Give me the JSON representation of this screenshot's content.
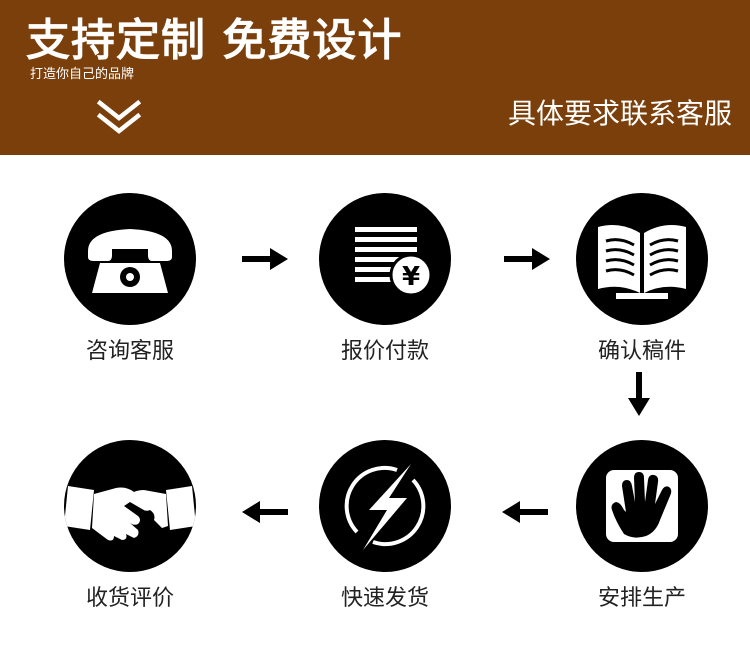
{
  "banner": {
    "title": "支持定制 免费设计",
    "subtitle": "打造你自己的品牌",
    "contact": "具体要求联系客服",
    "background": "#7b3f0b",
    "chevron_icon": "double-chevron-down-icon"
  },
  "steps": [
    {
      "label": "咨询客服",
      "icon": "telephone-icon"
    },
    {
      "label": "报价付款",
      "icon": "price-list-yen-icon"
    },
    {
      "label": "确认稿件",
      "icon": "open-book-icon"
    },
    {
      "label": "安排生产",
      "icon": "hand-icon"
    },
    {
      "label": "快速发货",
      "icon": "lightning-bolt-icon"
    },
    {
      "label": "收货评价",
      "icon": "handshake-icon"
    }
  ],
  "colors": {
    "circle": "#000000",
    "label_text": "#222222",
    "arrow": "#000000"
  }
}
